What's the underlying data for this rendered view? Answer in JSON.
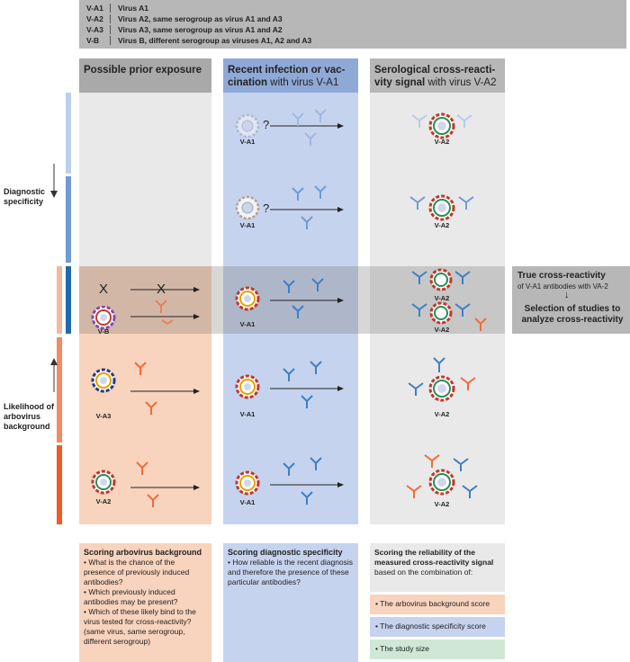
{
  "legend": [
    {
      "code": "V-A1",
      "desc": "Virus A1"
    },
    {
      "code": "V-A2",
      "desc": "Virus A2, same serogroup as virus A1 and A3"
    },
    {
      "code": "V-A3",
      "desc": "Virus A3, same serogroup as virus A1 and A2"
    },
    {
      "code": "V-B",
      "desc": "Virus B, different serogroup as viruses A1, A2 and A3"
    }
  ],
  "headers": {
    "col1": "Possible prior exposure",
    "col2_bold": "Recent infection or vac­cination",
    "col2_light": " with virus V-A1",
    "col3_bold": "Serological cross-reacti­vity signal",
    "col3_light": " with virus V-A2"
  },
  "side": {
    "diagnostic": "Diagnostic specificity",
    "likelihood": "Likelihood of arbovirus background"
  },
  "rows": {
    "r1": {
      "col2_label": "V-A1",
      "col2_mark": "?",
      "col3_label": "V-A2"
    },
    "r2": {
      "col2_label": "V-A1",
      "col2_mark": "?",
      "col3_label": "V-A2"
    },
    "r3": {
      "col1_mark": "X",
      "col1_cross": "X",
      "col1_label": "V-B",
      "col2_label": "V-A1",
      "col3_label_a": "V-A2",
      "col3_label_b": "V-A2"
    },
    "r4": {
      "col1_label": "V-A3",
      "col2_label": "V-A1",
      "col3_label": "V-A2"
    },
    "r5": {
      "col1_label": "V-A2",
      "col2_label": "V-A1",
      "col3_label": "V-A2"
    }
  },
  "right_box": {
    "title": "True cross-reactivity",
    "subtitle": "of V-A1 antibodies with VA-2",
    "arrow": "↓",
    "bottom": "Selection of studies to analyze cross-reactivity"
  },
  "bottom": {
    "col1_title": "Scoring arbovirus background",
    "col1_items": [
      "• What is the chance of the presence of previously induced antibodies?",
      "• Which previously induced antibodies may be present?",
      "• Which of these likely bind to the virus tested for cross-reacti­vity? (same virus, same sero­group, different serogroup)"
    ],
    "col2_title": "Scoring diagnostic specificity",
    "col2_items": [
      "• How reliable is the recent diagnosis and therefore the presence of these particular antibodies?"
    ],
    "col3_title_bold": "Scoring the reliability of the measured cross-reactivity signal",
    "col3_title_light": " based on the combinati­on of:",
    "col3_items": [
      "• The arbovirus background score",
      "• The diagnostic specificity score",
      "• The study size"
    ]
  },
  "colors": {
    "orange": "#f26b3a",
    "blue": "#3d7fc6",
    "virus_ring_green": "#2e8b57",
    "virus_ring_red": "#c0392b"
  }
}
